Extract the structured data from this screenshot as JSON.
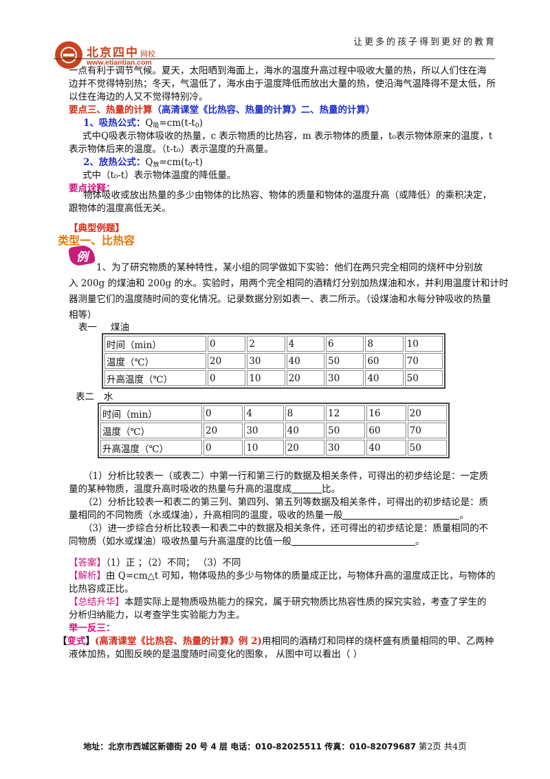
{
  "header": {
    "logo_name": "北京四中",
    "logo_small": "网校",
    "logo_url": "www.etiantian.com",
    "slogan": "让更多的孩子得到更好的教育"
  },
  "intro": {
    "l1": "一点有利于调节气候。夏天，太阳晒到海面上，海水的温度升高过程中吸收大量的热，所以人们住在海",
    "l2": "边并不觉得特别热；冬天，气温低了，海水由于温度降低而放出大量的热，使沿海气温降得不是太低，所",
    "l3": "以住在海边的人又不觉得特别冷。"
  },
  "point3": {
    "title": "要点三、热量的计算",
    "link": "（高清课堂《比热容、热量的计算》二、热量的计算）",
    "absorb_label": "1、吸热公式：",
    "absorb_formula_a": "Q",
    "absorb_formula_sub": "吸",
    "absorb_formula_b": "=cm(t-t",
    "absorb_formula_sub2": "0",
    "absorb_formula_c": ")",
    "absorb_desc1": "式中Q吸表示物体吸收的热量，c 表示物质的比热容，m 表示物体的质量，t₀表示物体原来的温度，t",
    "absorb_desc2": "表示物体后来的温度。（t-t₀）表示温度的升高量。",
    "release_label": "2、放热公式：",
    "release_formula_a": "Q",
    "release_formula_sub": "放",
    "release_formula_b": "=cm(t",
    "release_formula_sub2": "0",
    "release_formula_c": "-t)",
    "release_desc": "式中（t₀-t）表示物体温度的降低量。",
    "note_title": "要点诠释：",
    "note1": "物体吸收或放出热量的多少由物体的比热容、物体的质量和物体的温度升高（或降低）的乘积决定，",
    "note2": "跟物体的温度高低无关。"
  },
  "examples": {
    "heading": "【典型例题】",
    "type1": "类型一、比热容",
    "badge": "例",
    "q1_l1": "1、为了研究物质的某种特性，某小组的同学做如下实验：他们在两只完全相同的烧杯中分别放",
    "q1_l2": "入 200g 的煤油和 200g 的水。实验时，用两个完全相同的酒精灯分别加热煤油和水，并利用温度计和计时",
    "q1_l3": "器测量它们的温度随时间的变化情况。记录数据分别如表一、表二所示。（设煤油和水每分钟吸收的热量",
    "q1_l4": "相等）"
  },
  "table1": {
    "caption_a": "表一",
    "caption_b": "煤油",
    "rows": [
      [
        "时间（min）",
        "0",
        "2",
        "4",
        "6",
        "8",
        "10"
      ],
      [
        "温度（℃）",
        "20",
        "30",
        "40",
        "50",
        "60",
        "70"
      ],
      [
        "升高温度（℃）",
        "0",
        "10",
        "20",
        "30",
        "40",
        "50"
      ]
    ]
  },
  "table2": {
    "caption_a": "表二",
    "caption_b": "水",
    "rows": [
      [
        "时间（min）",
        "0",
        "4",
        "8",
        "12",
        "16",
        "20"
      ],
      [
        "温度（℃）",
        "20",
        "30",
        "40",
        "50",
        "60",
        "70"
      ],
      [
        "升高温度（℃）",
        "0",
        "10",
        "20",
        "30",
        "40",
        "50"
      ]
    ]
  },
  "questions": {
    "q1a": "（1）分析比较表一（或表二）中第一行和第三行的数据及相关条件，可得出的初步结论是：一定质",
    "q1b_pre": "量的某种物质，温度升高时吸收的热量与升高的温度成",
    "q1b_post": "比。",
    "q2a": "（2）分析比较表一和表二的第三列、第四列、第五列等数据及相关条件，可得出的初步结论是：质",
    "q2b_pre": "量相同的不同物质（水或煤油），升高相同的温度，吸收的热量一般",
    "q2b_post": "。",
    "q3a": "（3）进一步综合分析比较表一和表二中的数据及相关条件，还可得出的初步结论是：质量相同的不",
    "q3b_pre": "同物质（如水或煤油）吸收热量与升高温度的比值一般",
    "q3b_post": "。"
  },
  "answer": {
    "label": "【答案】",
    "text": "（1）正 ；（2）不同；   （3）不同",
    "analysis_label": "【解析】",
    "analysis1": "由 Q=cm△t 可知，物体吸热的多少与物体的质量成正比，与物体升高的温度成正比，与物体的",
    "analysis2": "比热容成正比。",
    "summary_label": "【总结升华】",
    "summary1": "本题实际上是物质吸热能力的探究，属于研究物质比热容性质的探究实验，考查了学生的",
    "summary2": "分析归纳能力，以考查学生实验能力为主。"
  },
  "variant": {
    "heading": "举一反三：",
    "bracket_open": "【",
    "label": "变式",
    "bracket_close": "】",
    "link": "(高清课堂《比热容、热量的计算》例 2)",
    "text1": "用相同的酒精灯和同样的烧杯盛有质量相同的甲、乙两种",
    "text2": "液体加热，如图反映的是温度随时间变化的图象， 从图中可以看出（    ）"
  },
  "footer": {
    "address": "地址：北京市西城区新德街 20 号 4 层  电话：010-82025511  传真：010-82079687",
    "page": "第2页  共4页"
  },
  "colors": {
    "logo": "#c8431f",
    "heading_red": "#d42a15",
    "link_blue": "#1d2fc9",
    "orange": "#e1780c",
    "magenta": "#d40f7c"
  }
}
